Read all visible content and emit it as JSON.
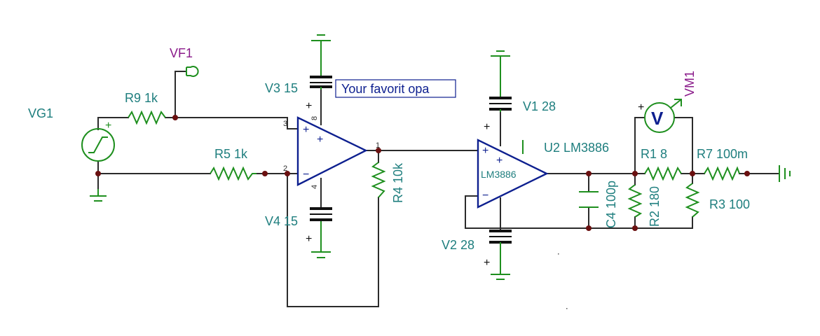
{
  "components": {
    "vg1": "VG1",
    "vf1": "VF1",
    "r9": "R9 1k",
    "r5": "R5 1k",
    "v3": "V3 15",
    "v4": "V4 15",
    "r4": "R4 10k",
    "opamp_note": "Your favorit opa",
    "v1": "V1 28",
    "v2": "V2 28",
    "u2": "U2 LM3886",
    "u2_body": "LM3886",
    "vm1": "VM1",
    "vm1_symbol": "V",
    "r1": "R1 8",
    "r7": "R7 100m",
    "c4": "C4 100p",
    "r2": "R2 180",
    "r3": "R3 100"
  },
  "pins": {
    "p3": "3",
    "p2": "2",
    "p8": "8",
    "p4": "4",
    "p1": "1"
  },
  "signs": {
    "plus": "+",
    "minus": "−"
  },
  "colors": {
    "wire": "#2b2b2b",
    "component": "#1e8f1e",
    "amplifier": "#0d1f8f",
    "label": "#1e7e7e",
    "probe_label": "#8a1a8a",
    "junction": "#6a1010"
  }
}
